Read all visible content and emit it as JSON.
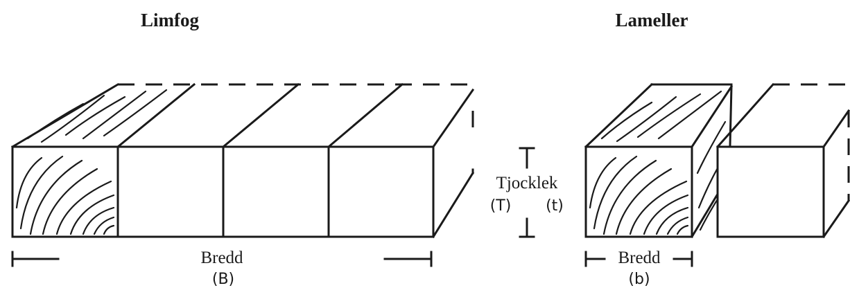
{
  "titles": {
    "left": "Limfog",
    "right": "Lameller"
  },
  "labels": {
    "width_total": "Bredd",
    "width_total_symbol": "(B)",
    "thickness": "Tjocklek",
    "thickness_T": "(T)",
    "thickness_t": "(t)",
    "width_lamella": "Bredd",
    "width_lamella_symbol": "(b)"
  }
}
